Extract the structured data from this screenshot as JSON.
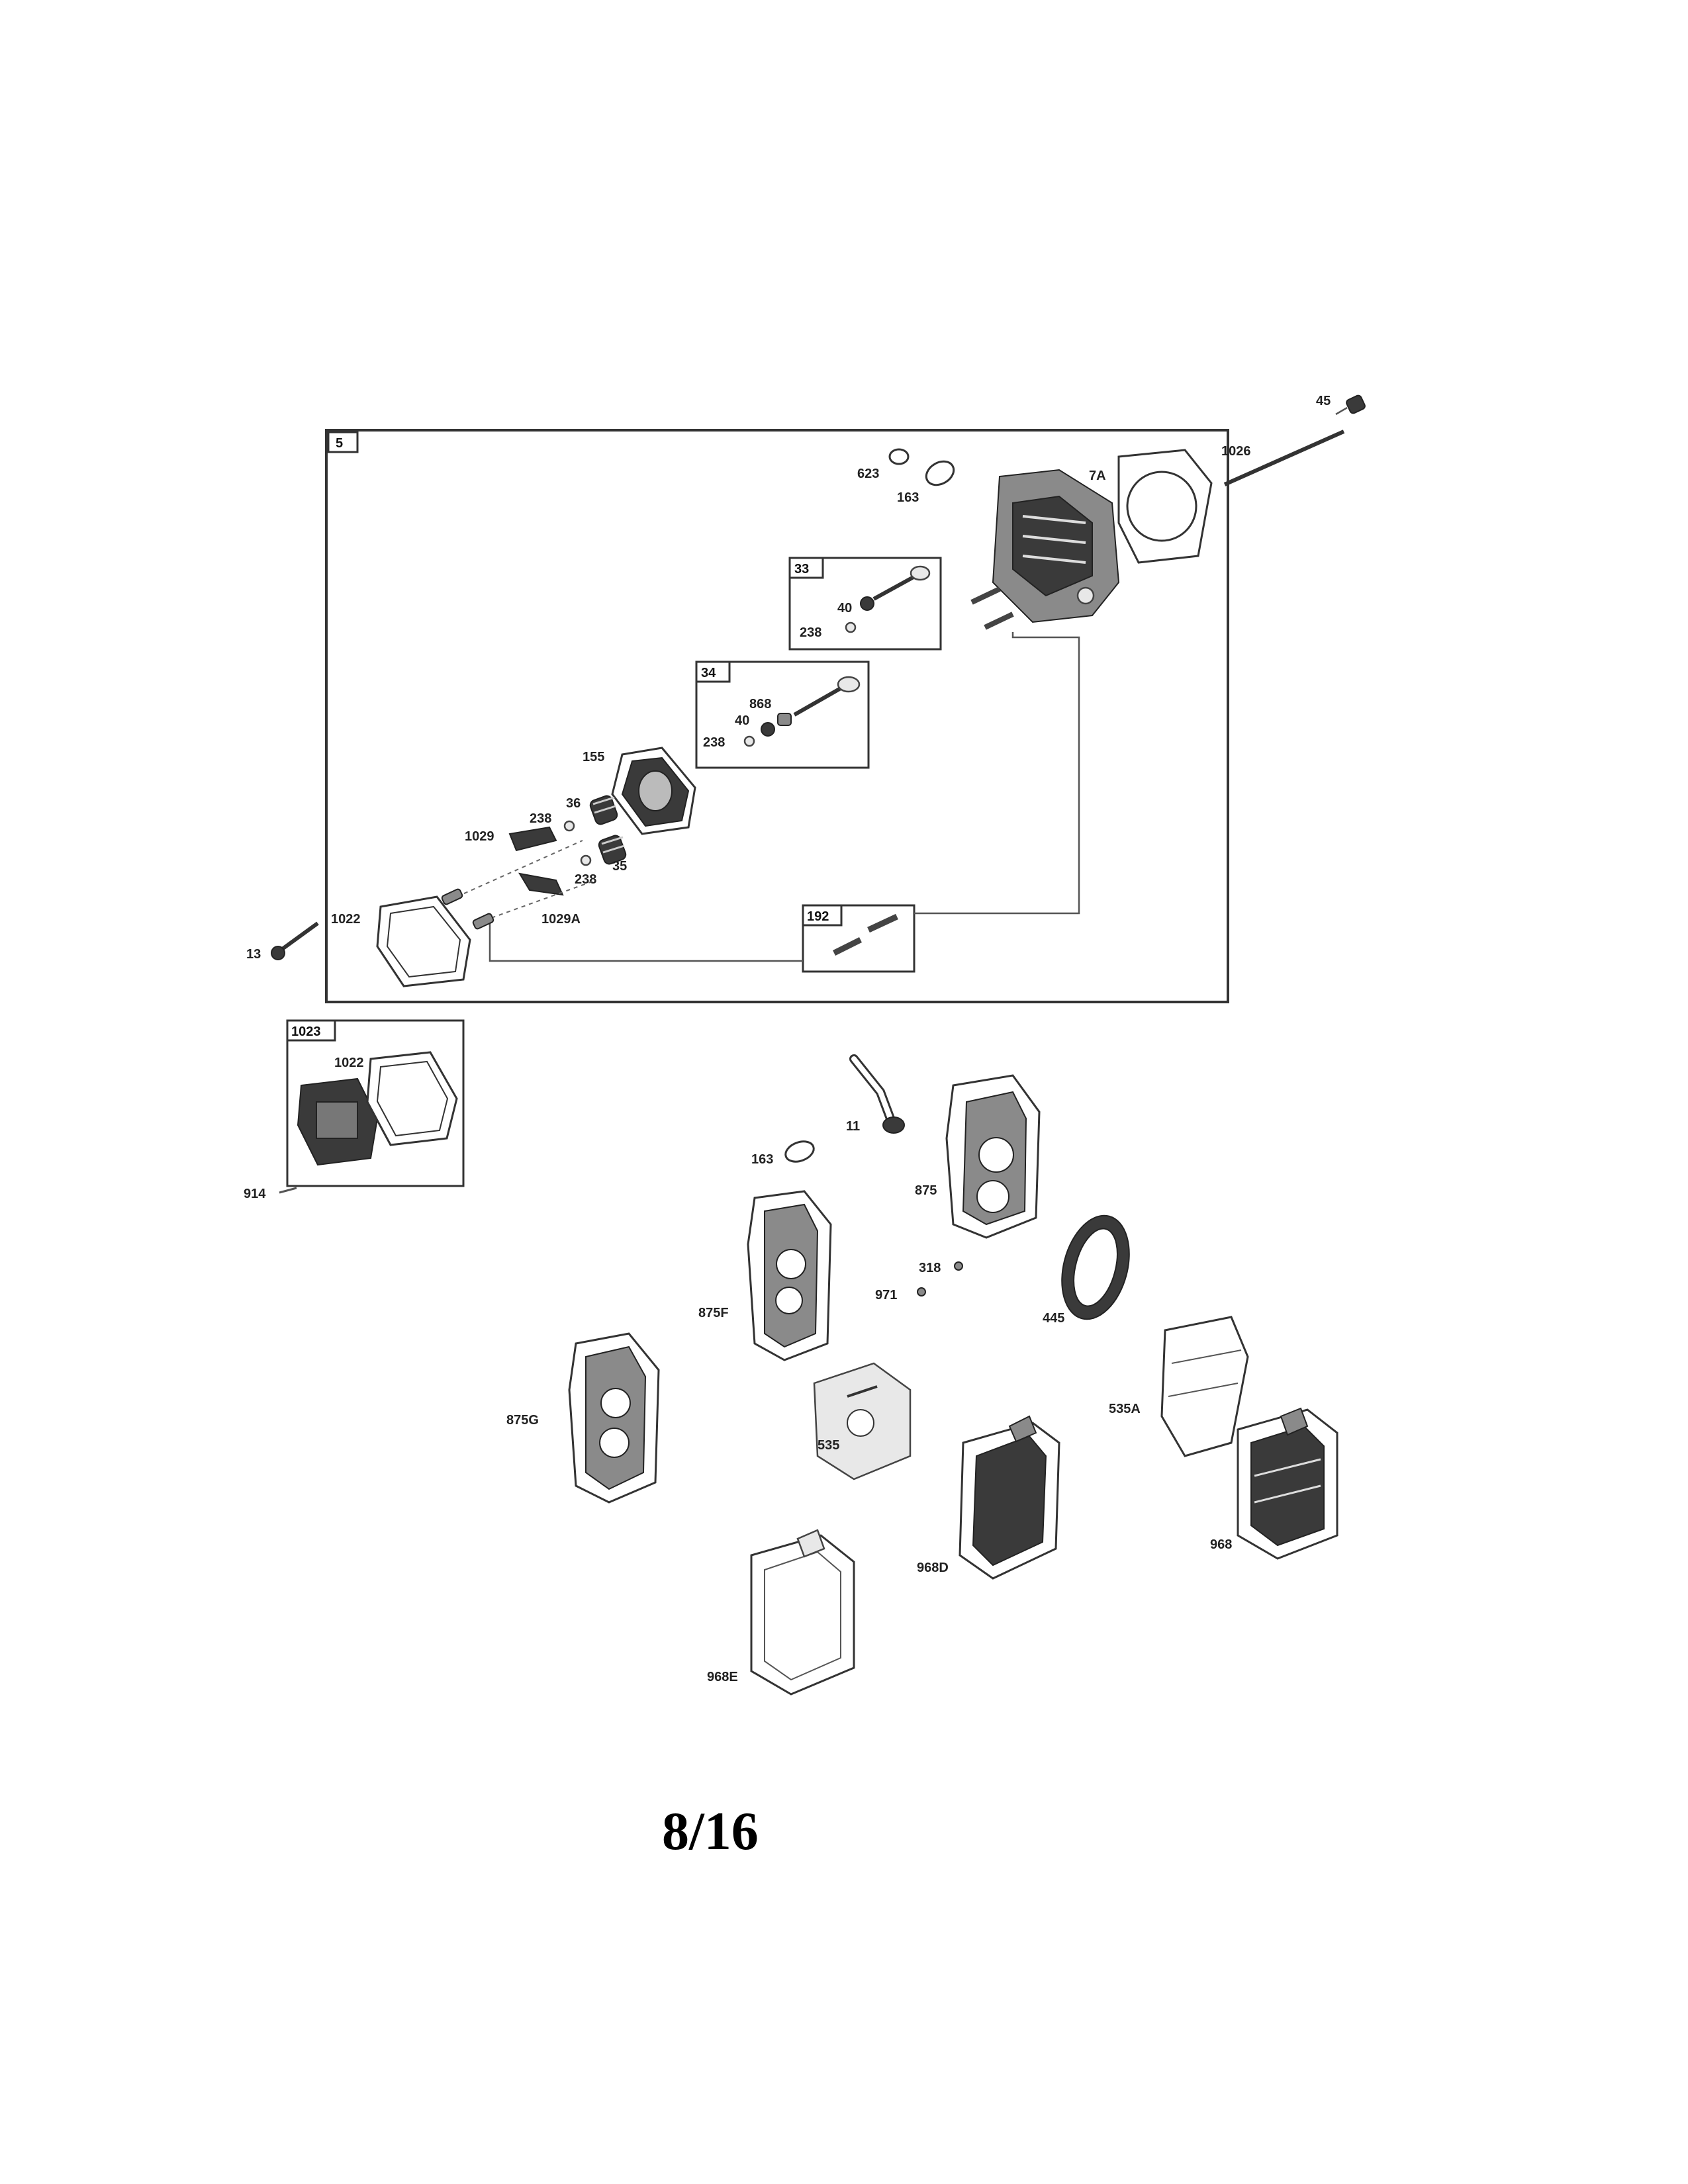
{
  "page_number": "8/16",
  "groups": {
    "head_assembly": "5",
    "exhaust_valve_kit": "33",
    "intake_valve_kit": "34",
    "stud_kit": "192",
    "cover_kit": "1023"
  },
  "labels": {
    "l45": "45",
    "l1026": "1026",
    "l7A": "7A",
    "l623": "623",
    "l163a": "163",
    "l40a": "40",
    "l238a": "238",
    "l868": "868",
    "l40b": "40",
    "l238b": "238",
    "l155": "155",
    "l36": "36",
    "l238c": "238",
    "l1029": "1029",
    "l35": "35",
    "l238d": "238",
    "l1029A": "1029A",
    "l1022a": "1022",
    "l13": "13",
    "l1022b": "1022",
    "l914": "914",
    "l11": "11",
    "l163b": "163",
    "l875": "875",
    "l318": "318",
    "l971": "971",
    "l875F": "875F",
    "l445": "445",
    "l875G": "875G",
    "l535": "535",
    "l535A": "535A",
    "l968D": "968D",
    "l968": "968",
    "l968E": "968E"
  }
}
